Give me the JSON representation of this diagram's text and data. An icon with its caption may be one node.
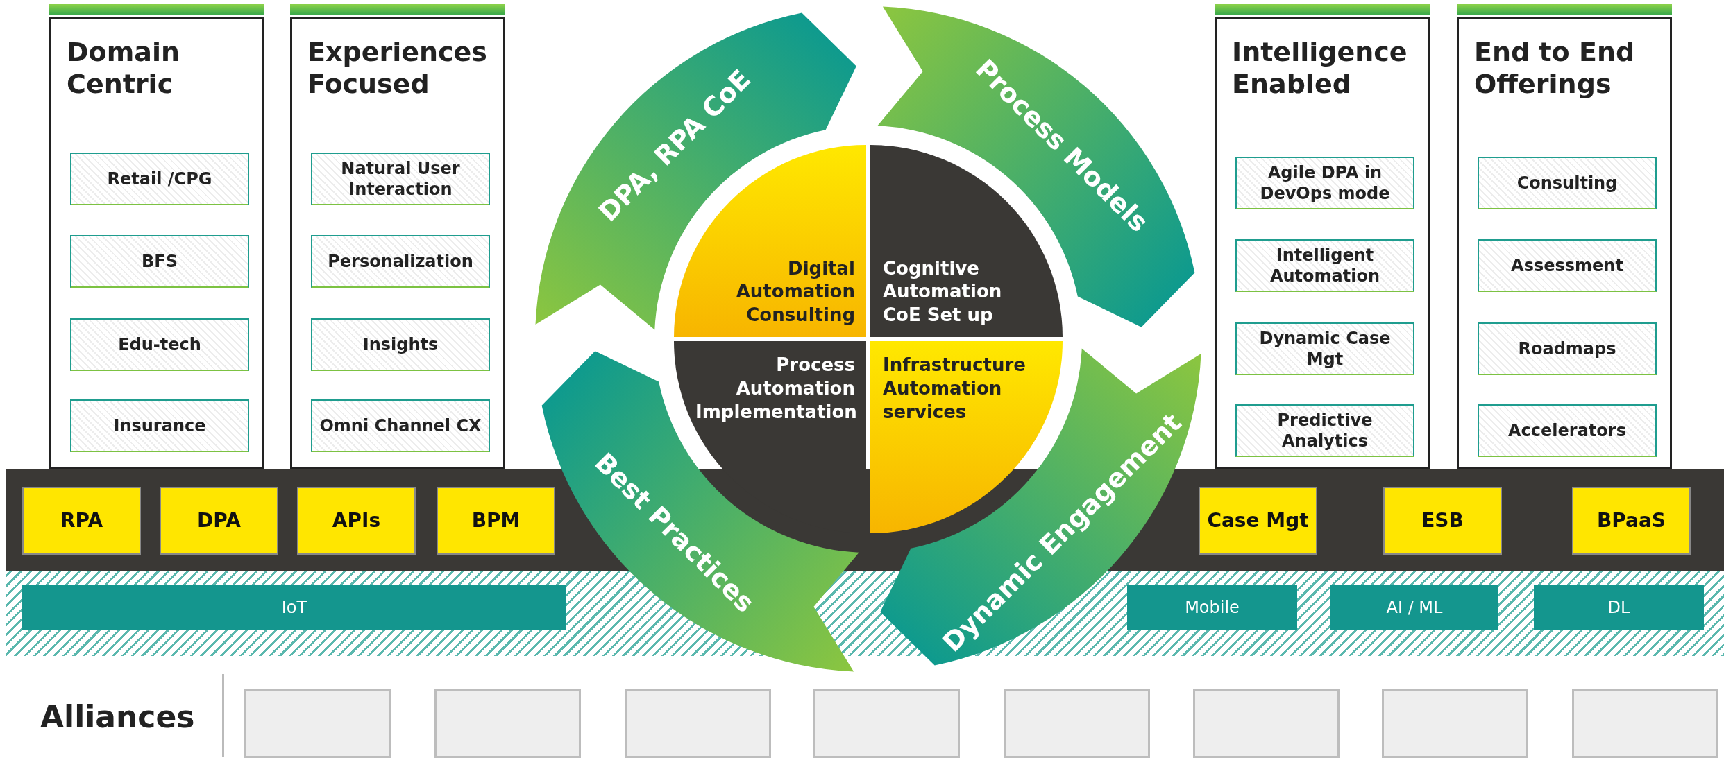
{
  "diagram": {
    "nodes": [
      {
        "text": [
          "Domain Centric"
        ]
      },
      {
        "text": [
          "Retail /CPG"
        ],
        "in": 0
      },
      {
        "text": [
          "BFS"
        ],
        "in": 0
      },
      {
        "text": [
          "Edu-tech"
        ],
        "in": 0
      },
      {
        "text": [
          "Insurance"
        ],
        "in": 0
      },
      {
        "text": [
          "Experiences Focused"
        ]
      },
      {
        "text": [
          "Natural User Interaction"
        ],
        "in": 5
      },
      {
        "text": [
          "Personalization"
        ],
        "in": 5
      },
      {
        "text": [
          "Insights"
        ],
        "in": 5
      },
      {
        "text": [
          "Omni Channel CX"
        ],
        "in": 5
      },
      {
        "text": [
          "DPA, RPA CoE"
        ]
      },
      {
        "text": [
          "Process Models"
        ]
      },
      {
        "text": [
          "Best Practices"
        ]
      },
      {
        "text": [
          "Dynamic Engagement"
        ]
      },
      {
        "text": [
          "Digital Automation Consulting"
        ]
      },
      {
        "text": [
          "Cognitive Automation CoE Set up"
        ]
      },
      {
        "text": [
          "Process Automation Implementation"
        ]
      },
      {
        "text": [
          "Infrastructure Automation services"
        ]
      },
      {
        "text": [
          "Intelligence Enabled"
        ]
      },
      {
        "text": [
          "Agile DPA in DevOps mode"
        ],
        "in": 18
      },
      {
        "text": [
          "Intelligent Automation"
        ],
        "in": 18
      },
      {
        "text": [
          "Dynamic Case Mgt"
        ],
        "in": 18
      },
      {
        "text": [
          "Predictive Analytics"
        ],
        "in": 18
      },
      {
        "text": [
          "End to End Offerings"
        ]
      },
      {
        "text": [
          "Consulting"
        ],
        "in": 23
      },
      {
        "text": [
          "Assessment"
        ],
        "in": 23
      },
      {
        "text": [
          "Roadmaps"
        ],
        "in": 23
      },
      {
        "text": [
          "Accelerators"
        ],
        "in": 23
      },
      {
        "text": [
          "RPA"
        ]
      },
      {
        "text": [
          "DPA"
        ]
      },
      {
        "text": [
          "APIs"
        ]
      },
      {
        "text": [
          "BPM"
        ]
      },
      {
        "text": [
          "Case Mgt"
        ]
      },
      {
        "text": [
          "ESB"
        ]
      },
      {
        "text": [
          "BPaaS"
        ]
      },
      {
        "text": [
          "IoT"
        ]
      },
      {
        "text": [
          "Mobile"
        ]
      },
      {
        "text": [
          "AI / ML"
        ]
      },
      {
        "text": [
          "DL"
        ]
      },
      {
        "text": [],
        "shape": "box"
      },
      {
        "text": [],
        "shape": "box"
      },
      {
        "text": [],
        "shape": "box"
      },
      {
        "text": [],
        "shape": "box"
      },
      {
        "text": [],
        "shape": "box"
      },
      {
        "text": [],
        "shape": "box"
      },
      {
        "text": [],
        "shape": "box"
      },
      {
        "text": [],
        "shape": "box"
      }
    ],
    "labels": [
      "Alliances"
    ]
  }
}
